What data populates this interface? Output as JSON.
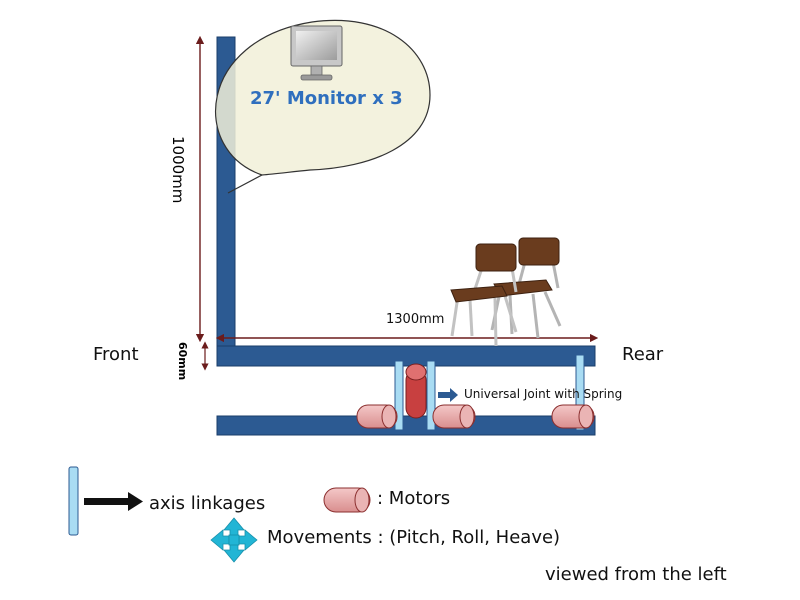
{
  "diagram": {
    "bubble_label": "27' Monitor x 3",
    "dimensions": {
      "height": "1000mm",
      "length": "1300mm",
      "gap": "60mm"
    },
    "sides": {
      "front": "Front",
      "rear": "Rear"
    },
    "callouts": {
      "joint": "Universal Joint with Spring"
    },
    "legend": {
      "axis": "axis linkages",
      "motors": ": Motors",
      "movements": "Movements : (Pitch, Roll, Heave)"
    },
    "view_note": "viewed from the left",
    "colors": {
      "frame": "#2c5a92",
      "motor": "#e5a6a6",
      "joint_motor": "#c84040",
      "axis": "#a9dcf3",
      "dimension": "#6b1c1c",
      "bubble": "#f1f0d8",
      "movement": "#22b5d5"
    },
    "icons": [
      "monitor-icon",
      "chair-icon",
      "move-arrows-icon",
      "axis-linkage-icon",
      "motor-icon"
    ]
  }
}
